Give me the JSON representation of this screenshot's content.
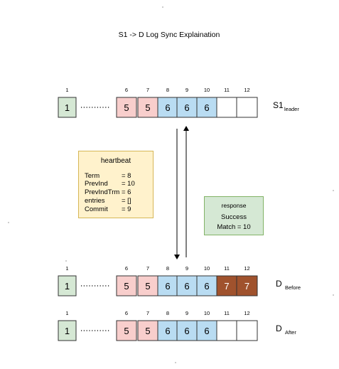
{
  "title": "S1 -> D Log Sync Explaination",
  "rows": [
    {
      "id": "s1",
      "label": "S1",
      "sublabel": "leader",
      "first_index": "1",
      "first_cell": {
        "term": "1",
        "color": "green"
      },
      "indices": [
        "6",
        "7",
        "8",
        "9",
        "10",
        "11",
        "12"
      ],
      "cells": [
        {
          "term": "5",
          "color": "pink"
        },
        {
          "term": "5",
          "color": "pink"
        },
        {
          "term": "6",
          "color": "blue"
        },
        {
          "term": "6",
          "color": "blue"
        },
        {
          "term": "6",
          "color": "blue"
        },
        {
          "term": "",
          "color": "white"
        },
        {
          "term": "",
          "color": "white"
        }
      ]
    },
    {
      "id": "d-before",
      "label": "D",
      "sublabel": "Before",
      "first_index": "1",
      "first_cell": {
        "term": "1",
        "color": "green"
      },
      "indices": [
        "6",
        "7",
        "8",
        "9",
        "10",
        "11",
        "12"
      ],
      "cells": [
        {
          "term": "5",
          "color": "pink"
        },
        {
          "term": "5",
          "color": "pink"
        },
        {
          "term": "6",
          "color": "blue"
        },
        {
          "term": "6",
          "color": "blue"
        },
        {
          "term": "6",
          "color": "blue"
        },
        {
          "term": "7",
          "color": "brown"
        },
        {
          "term": "7",
          "color": "brown"
        }
      ]
    },
    {
      "id": "d-after",
      "label": "D",
      "sublabel": "After",
      "first_index": "1",
      "first_cell": {
        "term": "1",
        "color": "green"
      },
      "indices": [
        "6",
        "7",
        "8",
        "9",
        "10",
        "11",
        "12"
      ],
      "cells": [
        {
          "term": "5",
          "color": "pink"
        },
        {
          "term": "5",
          "color": "pink"
        },
        {
          "term": "6",
          "color": "blue"
        },
        {
          "term": "6",
          "color": "blue"
        },
        {
          "term": "6",
          "color": "blue"
        },
        {
          "term": "",
          "color": "white"
        },
        {
          "term": "",
          "color": "white"
        }
      ]
    }
  ],
  "heartbeat": {
    "title": "heartbeat",
    "fields": [
      {
        "key": "Term",
        "value": "= 8"
      },
      {
        "key": "PrevInd",
        "value": "= 10"
      },
      {
        "key": "PrevIndTrm",
        "value": "= 6"
      },
      {
        "key": "entries",
        "value": "= []"
      },
      {
        "key": "Commit",
        "value": "= 9"
      }
    ]
  },
  "response": {
    "title": "response",
    "line1": "Success",
    "line2": "Match = 10"
  },
  "colors": {
    "green": "#d5e8d4",
    "green_border": "#82b366",
    "pink": "#f8cecc",
    "pink_border": "#b85450",
    "blue": "#b9dcf2",
    "blue_border": "#6c8ebf",
    "brown": "#a0522d",
    "white": "#ffffff",
    "note_yellow": "#fff2cc",
    "note_yellow_border": "#d6b656"
  }
}
